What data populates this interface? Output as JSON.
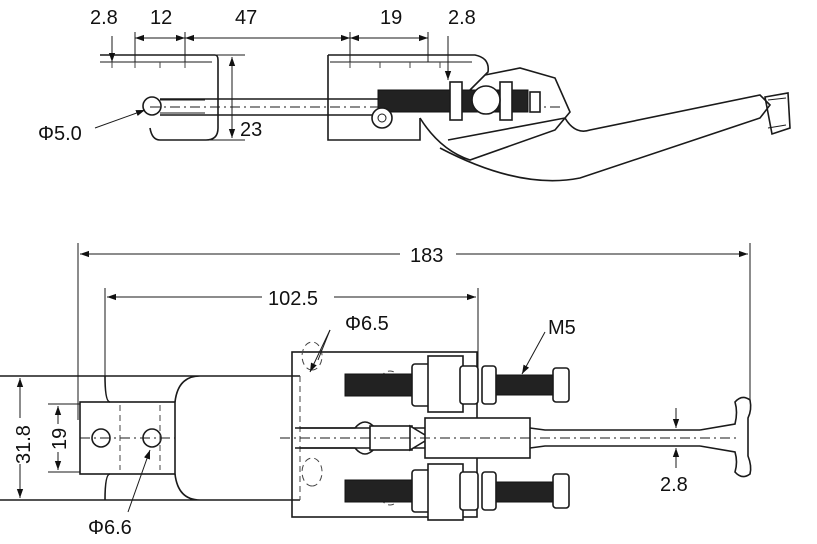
{
  "diagram": {
    "top_view_dimensions": {
      "flange_thickness_left": "2.8",
      "slot_width": "12",
      "base_gap": "47",
      "base_length": "19",
      "flange_thickness_right": "2.8",
      "height": "23",
      "pin_diameter": "Φ5.0"
    },
    "plan_view_dimensions": {
      "overall_length": "183",
      "base_to_screw": "102.5",
      "hole_diameter_base": "Φ6.5",
      "thread": "M5",
      "overall_width": "31.8",
      "hole_spacing": "19",
      "hole_diameter_mount": "Φ6.6",
      "handle_thickness": "2.8"
    }
  }
}
